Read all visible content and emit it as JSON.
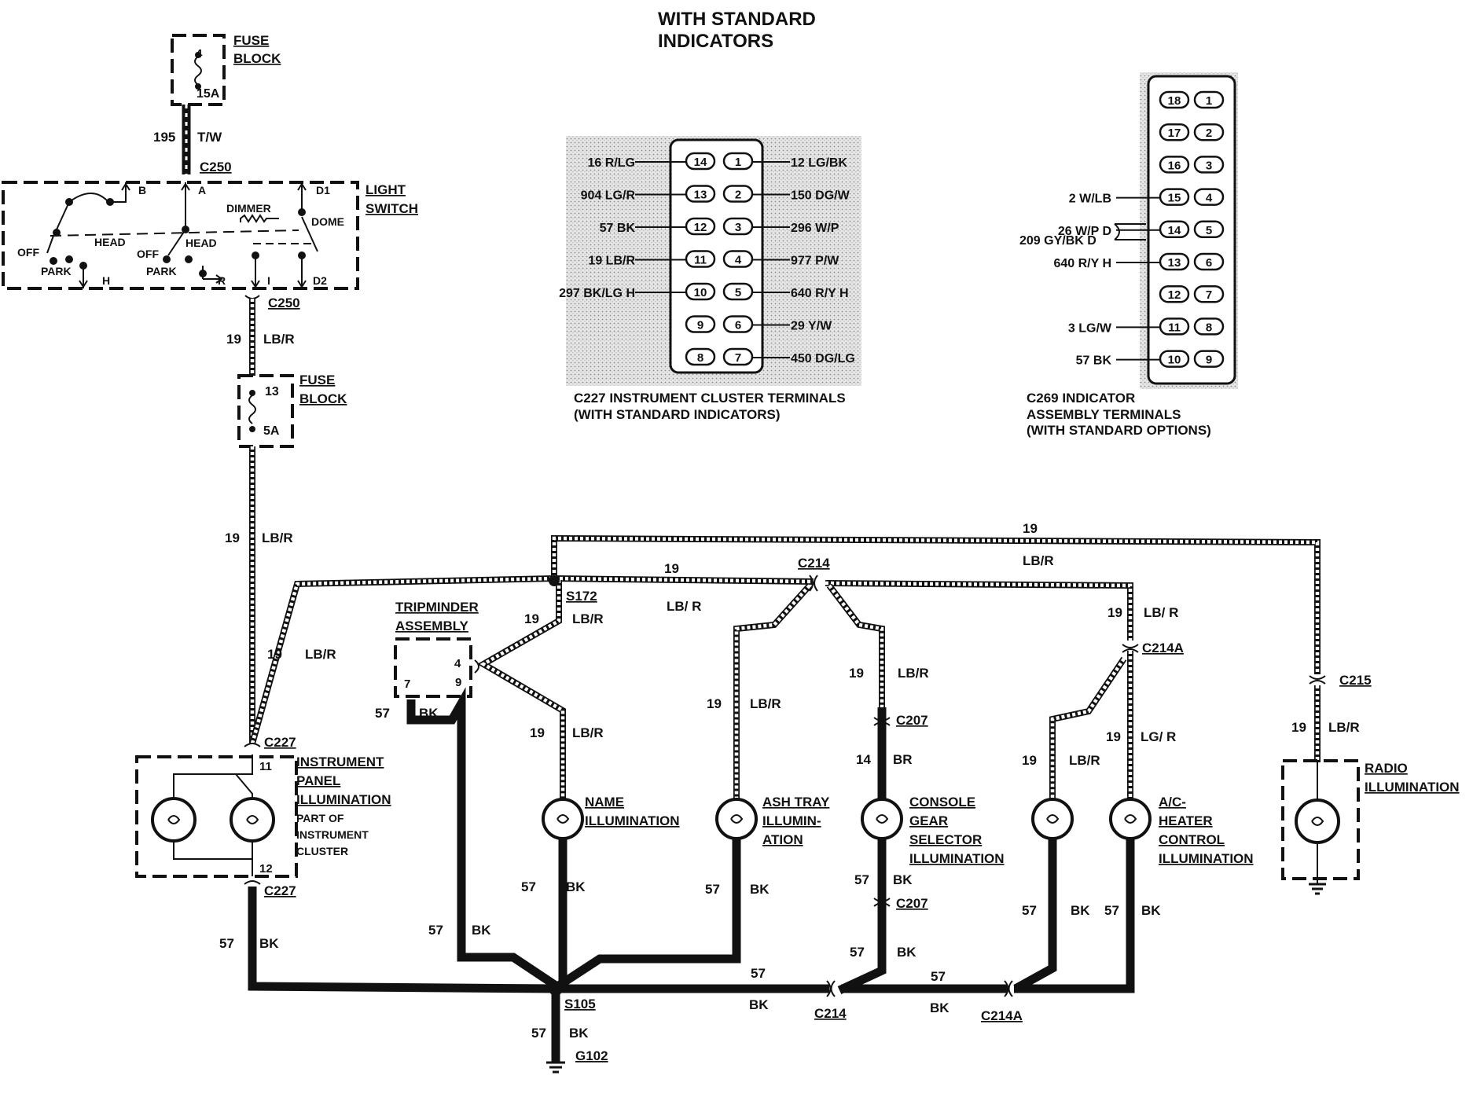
{
  "title": {
    "line1": "WITH STANDARD",
    "line2": "INDICATORS"
  },
  "fuse_block_top": {
    "label1": "FUSE",
    "label2": "BLOCK",
    "fuse_no": "4",
    "rating": "15A"
  },
  "fuse_block_mid": {
    "label1": "FUSE",
    "label2": "BLOCK",
    "fuse_no": "13",
    "rating": "5A"
  },
  "light_switch": {
    "label1": "LIGHT",
    "label2": "SWITCH",
    "terminals": {
      "b": "B",
      "a": "A",
      "d1": "D1",
      "h": "H",
      "r": "R",
      "i": "I",
      "d2": "D2"
    },
    "labels": {
      "off1": "OFF",
      "park1": "PARK",
      "head1": "HEAD",
      "off2": "OFF",
      "park2": "PARK",
      "head2": "HEAD",
      "dimmer": "DIMMER",
      "dome": "DOME"
    }
  },
  "connectors": {
    "c250_top": "C250",
    "c250_bottom": "C250",
    "c227_top": "C227",
    "c227_bottom": "C227",
    "s172": "S172",
    "c214_top": "C214",
    "c214a_top": "C214A",
    "c215": "C215",
    "c207_top": "C207",
    "c207_bottom": "C207",
    "s105": "S105",
    "c214_bottom": "C214",
    "c214a_bottom": "C214A",
    "g102": "G102"
  },
  "wires": {
    "w195": "195",
    "tw": "T/W",
    "n19": "19",
    "lbr": "LB/R",
    "lbr_sp": "LB/ R",
    "lgr": "LG/ R",
    "n57": "57",
    "bk": "BK",
    "n14": "14",
    "br": "BR"
  },
  "tripminder": {
    "label1": "TRIPMINDER",
    "label2": "ASSEMBLY",
    "pin4": "4",
    "pin7": "7",
    "pin9": "9"
  },
  "instrument_panel": {
    "label1": "INSTRUMENT",
    "label2": "PANEL",
    "label3": "ILLUMINATION",
    "note1": "PART OF",
    "note2": "INSTRUMENT",
    "note3": "CLUSTER",
    "pin_top": "11",
    "pin_bottom": "12"
  },
  "lamps": {
    "name": {
      "line1": "NAME",
      "line2": "ILLUMINATION"
    },
    "ashtray": {
      "line1": "ASH TRAY",
      "line2": "ILLUMIN-",
      "line3": "ATION"
    },
    "console": {
      "line1": "CONSOLE",
      "line2": "GEAR",
      "line3": "SELECTOR",
      "line4": "ILLUMINATION"
    },
    "ac": {
      "line1": "A/C-",
      "line2": "HEATER",
      "line3": "CONTROL",
      "line4": "ILLUMINATION"
    },
    "radio": {
      "line1": "RADIO",
      "line2": "ILLUMINATION"
    }
  },
  "c227_terminals": {
    "caption1": "C227 INSTRUMENT CLUSTER TERMINALS",
    "caption2": "(WITH STANDARD INDICATORS)",
    "rows": [
      {
        "left_pin": "14",
        "right_pin": "1",
        "left_label": "16 R/LG",
        "right_label": "12 LG/BK"
      },
      {
        "left_pin": "13",
        "right_pin": "2",
        "left_label": "904 LG/R",
        "right_label": "150 DG/W"
      },
      {
        "left_pin": "12",
        "right_pin": "3",
        "left_label": "57 BK",
        "right_label": "296 W/P"
      },
      {
        "left_pin": "11",
        "right_pin": "4",
        "left_label": "19 LB/R",
        "right_label": "977 P/W"
      },
      {
        "left_pin": "10",
        "right_pin": "5",
        "left_label": "297 BK/LG H",
        "right_label": "640 R/Y  H"
      },
      {
        "left_pin": "9",
        "right_pin": "6",
        "left_label": "",
        "right_label": "29 Y/W"
      },
      {
        "left_pin": "8",
        "right_pin": "7",
        "left_label": "",
        "right_label": "450 DG/LG"
      }
    ]
  },
  "c269_terminals": {
    "caption1": "C269 INDICATOR",
    "caption2": "ASSEMBLY TERMINALS",
    "caption3": "(WITH STANDARD OPTIONS)",
    "rows": [
      {
        "left_pin": "18",
        "right_pin": "1",
        "label": ""
      },
      {
        "left_pin": "17",
        "right_pin": "2",
        "label": ""
      },
      {
        "left_pin": "16",
        "right_pin": "3",
        "label": ""
      },
      {
        "left_pin": "15",
        "right_pin": "4",
        "label": "2 W/LB"
      },
      {
        "left_pin": "14",
        "right_pin": "5",
        "label": "26 W/P D"
      },
      {
        "left_pin": "13",
        "right_pin": "6",
        "label": "640 R/Y H"
      },
      {
        "left_pin": "12",
        "right_pin": "7",
        "label": ""
      },
      {
        "left_pin": "11",
        "right_pin": "8",
        "label": "3 LG/W"
      },
      {
        "left_pin": "10",
        "right_pin": "9",
        "label": "57 BK"
      }
    ],
    "extra_label": "209 GY/BK D"
  }
}
